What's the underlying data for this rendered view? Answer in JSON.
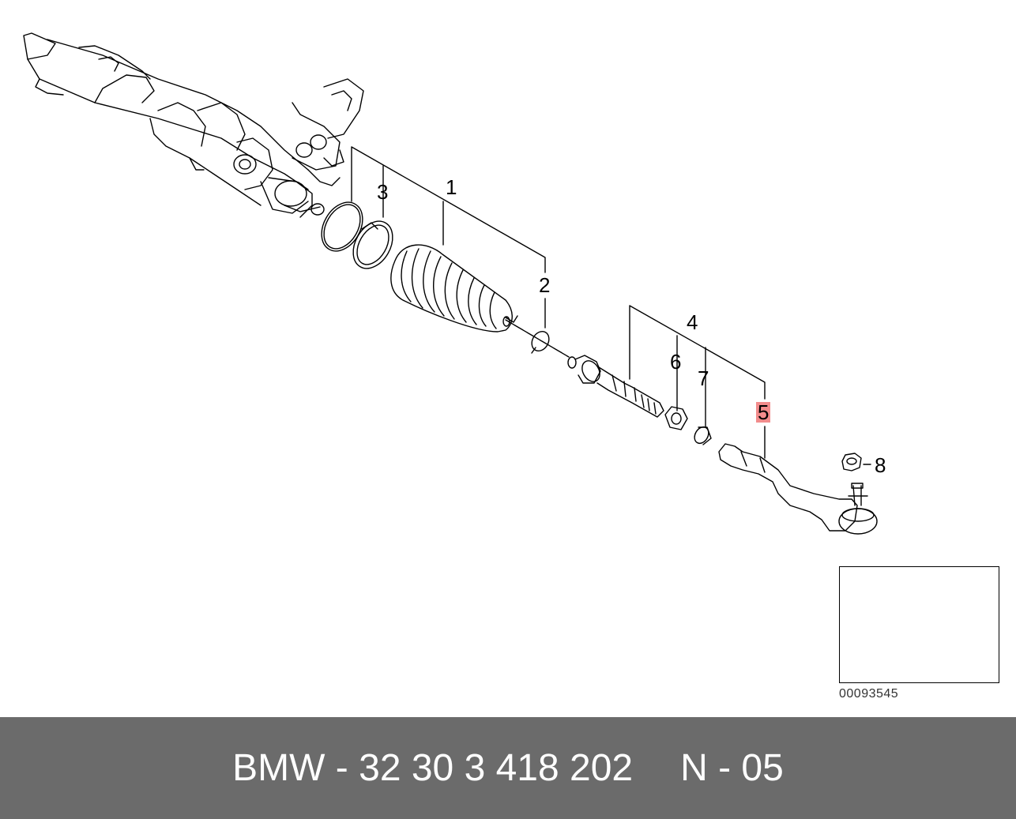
{
  "callouts": [
    {
      "id": "1",
      "label": "1"
    },
    {
      "id": "2",
      "label": "2"
    },
    {
      "id": "3",
      "label": "3"
    },
    {
      "id": "4",
      "label": "4"
    },
    {
      "id": "5",
      "label": "5",
      "highlighted": true
    },
    {
      "id": "6",
      "label": "6"
    },
    {
      "id": "7",
      "label": "7"
    },
    {
      "id": "8",
      "label": "8"
    }
  ],
  "inset": {
    "figure_number": "00093545"
  },
  "footer": {
    "part_label": "BMW - 32 30 3 418 202",
    "position_label": "N - 05"
  },
  "colors": {
    "highlight": "#f28c8c",
    "footer_bg": "#6b6b6b",
    "footer_text": "#ffffff",
    "line": "#000000"
  }
}
